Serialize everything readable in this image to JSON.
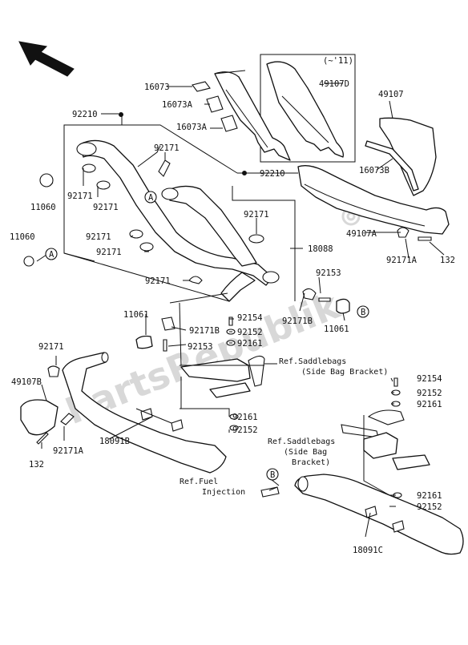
{
  "diagram": {
    "inset_label": "(~'11)",
    "watermark": "PartsRepublik",
    "parts": {
      "p16073": "16073",
      "p16073a_1": "16073A",
      "p16073a_2": "16073A",
      "p49107d": "49107D",
      "p49107": "49107",
      "p16073b": "16073B",
      "p92210_top": "92210",
      "p92210_mid": "92210",
      "p92171_a": "92171",
      "p92171_b": "92171",
      "p92171_c": "92171",
      "p92171_d": "92171",
      "p92171_e": "92171",
      "p92171_f": "92171",
      "p92171_g": "92171",
      "p92171_h": "92171",
      "p11060_a": "11060",
      "p11060_b": "11060",
      "p18088": "18088",
      "p49107a": "49107A",
      "p92171a_r": "92171A",
      "p132_r": "132",
      "p92153_a": "92153",
      "p92171b_a": "92171B",
      "p11061_a": "11061",
      "p11061_b": "11061",
      "p92154_a": "92154",
      "p92171b_b": "92171B",
      "p92152_a": "92152",
      "p92153_b": "92153",
      "p92161_a": "92161",
      "p49107b": "49107B",
      "p18091b": "18091B",
      "p92161_b": "92161",
      "p92152_b": "92152",
      "p92171a_l": "92171A",
      "p132_l": "132",
      "p92154_b": "92154",
      "p92152_c": "92152",
      "p92161_c": "92161",
      "p92161_d": "92161",
      "p92152_d": "92152",
      "p18091c": "18091C"
    },
    "callouts": {
      "a1": "A",
      "a2": "A",
      "b1": "B",
      "b2": "B"
    },
    "refs": {
      "saddle1_line1": "Ref.Saddlebags",
      "saddle1_line2": "(Side Bag Bracket)",
      "saddle2_line1": "Ref.Saddlebags",
      "saddle2_line2": "(Side Bag",
      "saddle2_line3": "Bracket)",
      "fuel_line1": "Ref.Fuel",
      "fuel_line2": "Injection"
    }
  }
}
